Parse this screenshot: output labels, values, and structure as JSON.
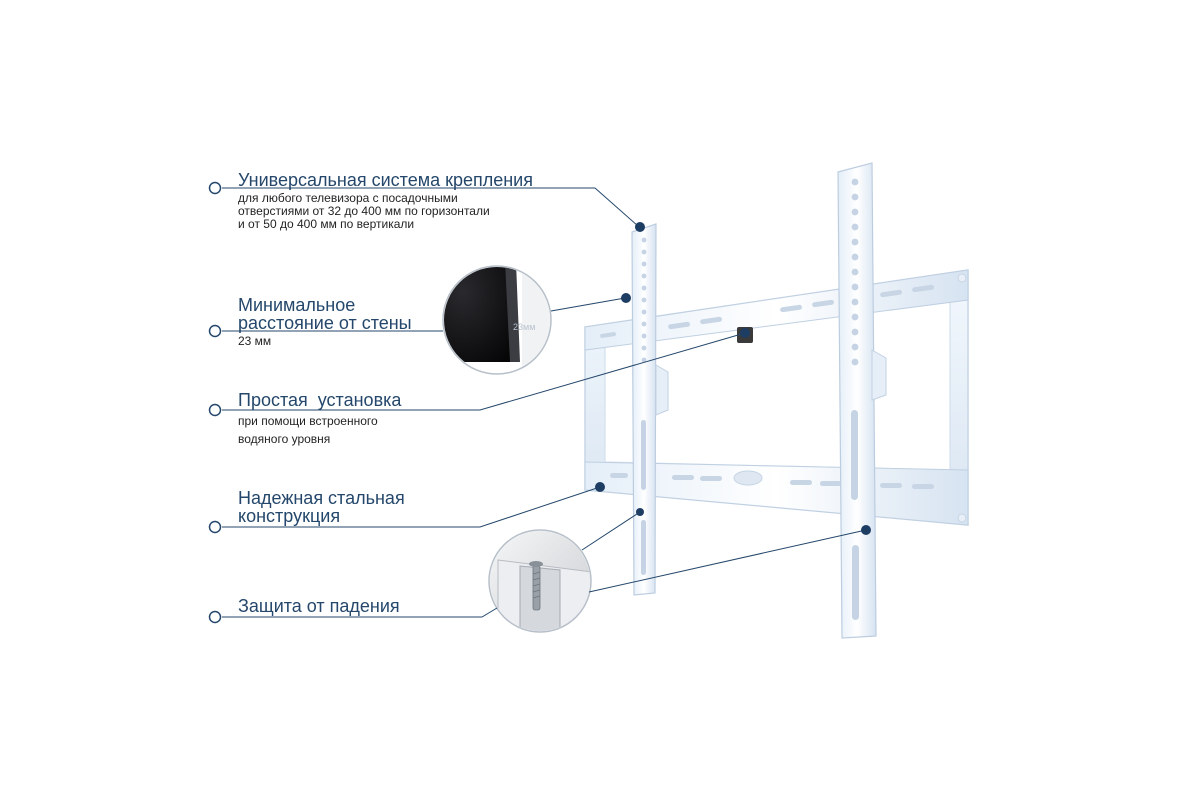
{
  "colors": {
    "accent": "#24476b",
    "dot": "#1e3d63",
    "text": "#232323",
    "line": "#24476b"
  },
  "features": [
    {
      "title": "Универсальная система крепления",
      "desc": "для любого телевизора с посадочными\nотверстиями от 32 до 400 мм по горизонтали\nи от 50 до 400 мм по вертикали"
    },
    {
      "title": "Минимальное\nрасстояние от стены",
      "desc": "23 мм"
    },
    {
      "title": "Простая  установка",
      "desc": "при помощи встроенного\nводяного уровня"
    },
    {
      "title": "Надежная стальная\nконструкция",
      "desc": ""
    },
    {
      "title": "Защита от падения",
      "desc": ""
    }
  ],
  "inset": {
    "distance_label": "23мм"
  }
}
